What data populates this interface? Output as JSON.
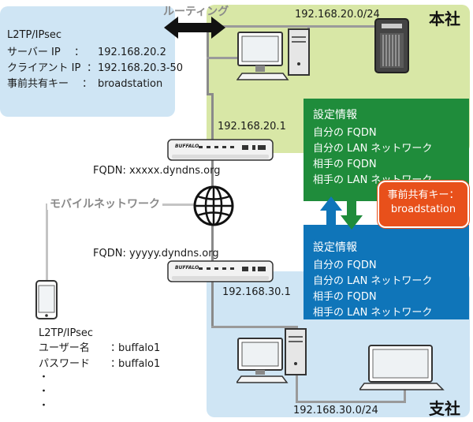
{
  "regions": {
    "hq_title": "本社",
    "branch_title": "支社",
    "hq_subnet": "192.168.20.0/24",
    "branch_subnet": "192.168.30.0/24"
  },
  "routing_label": "ルーティング",
  "mobile_network_label": "モバイルネットワーク",
  "info_box": {
    "title": "L2TP/IPsec",
    "rows": [
      {
        "label": "サーバー IP",
        "sep": "：",
        "value": "192.168.20.2"
      },
      {
        "label": "クライアント IP",
        "sep": "：",
        "value": "192.168.20.3-50"
      },
      {
        "label": "事前共有キー",
        "sep": "：",
        "value": "broadstation"
      }
    ]
  },
  "router_top": {
    "ip": "192.168.20.1",
    "fqdn": "FQDN: xxxxx.dyndns.org",
    "brand": "BUFFALO"
  },
  "router_bottom": {
    "ip": "192.168.30.1",
    "fqdn": "FQDN: yyyyy.dyndns.org",
    "brand": "BUFFALO"
  },
  "settings_top": {
    "title": "設定情報",
    "items": [
      "自分の FQDN",
      "自分の LAN ネットワーク",
      "相手の FQDN",
      "相手の LAN ネットワーク"
    ]
  },
  "settings_bottom": {
    "title": "設定情報",
    "items": [
      "自分の FQDN",
      "自分の LAN ネットワーク",
      "相手の FQDN",
      "相手の LAN ネットワーク"
    ]
  },
  "psk": {
    "label": "事前共有キー：",
    "value": "broadstation"
  },
  "mobile_client": {
    "title": "L2TP/IPsec",
    "rows": [
      {
        "label": "ユーザー名",
        "sep": "：",
        "value": "buffalo1"
      },
      {
        "label": "パスワード",
        "sep": "：",
        "value": "buffalo1"
      }
    ],
    "more": [
      "・",
      "・",
      "・"
    ]
  },
  "colors": {
    "hq": "#d8e7a6",
    "branch": "#cfe5f4",
    "green": "#1f8c3b",
    "blue": "#0f75b9",
    "psk": "#e8501b"
  }
}
